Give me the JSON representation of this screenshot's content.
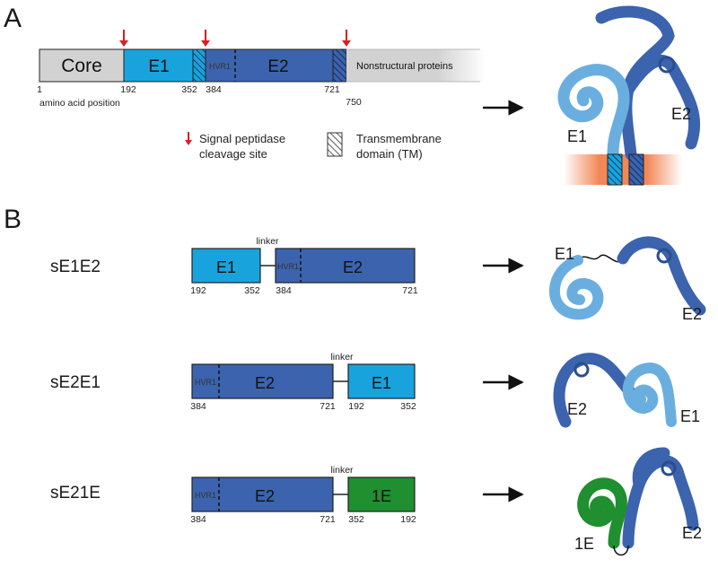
{
  "panel_a": {
    "label": "A",
    "segments": {
      "core": "Core",
      "e1": "E1",
      "hvr1": "HVR1",
      "e2": "E2",
      "nonstructural": "Nonstructural proteins"
    },
    "positions": {
      "p1": "1",
      "p192": "192",
      "p352": "352",
      "p384": "384",
      "p721": "721",
      "p750": "750"
    },
    "axis_caption": "amino acid position",
    "legend": {
      "signal_line1": "Signal peptidase",
      "signal_line2": "cleavage site",
      "tm_line1": "Transmembrane",
      "tm_line2": "domain (TM)"
    },
    "cartoon": {
      "e1": "E1",
      "e2": "E2"
    }
  },
  "panel_b": {
    "label": "B",
    "constructs": [
      {
        "name": "sE1E2",
        "linker": "linker",
        "hvr": "HVR1",
        "box1_label": "E1",
        "box2_label": "E2",
        "nums": [
          "192",
          "352",
          "384",
          "721"
        ],
        "cartoon": [
          "E1",
          "E2"
        ]
      },
      {
        "name": "sE2E1",
        "linker": "linker",
        "hvr": "HVR1",
        "box1_label": "E2",
        "box2_label": "E1",
        "nums": [
          "384",
          "721",
          "192",
          "352"
        ],
        "cartoon": [
          "E2",
          "E1"
        ]
      },
      {
        "name": "sE21E",
        "linker": "linker",
        "hvr": "HVR1",
        "box1_label": "E2",
        "box2_label": "1E",
        "nums": [
          "384",
          "721",
          "352",
          "192"
        ],
        "cartoon": [
          "1E",
          "E2"
        ]
      }
    ]
  },
  "colors": {
    "core": "#d2d2d2",
    "e1": "#18a3dd",
    "e2": "#3c63ad",
    "e1_light": "#6aaee0",
    "green": "#1f8f2f",
    "arrow_red": "#d72020",
    "membrane": "#f07a45"
  }
}
